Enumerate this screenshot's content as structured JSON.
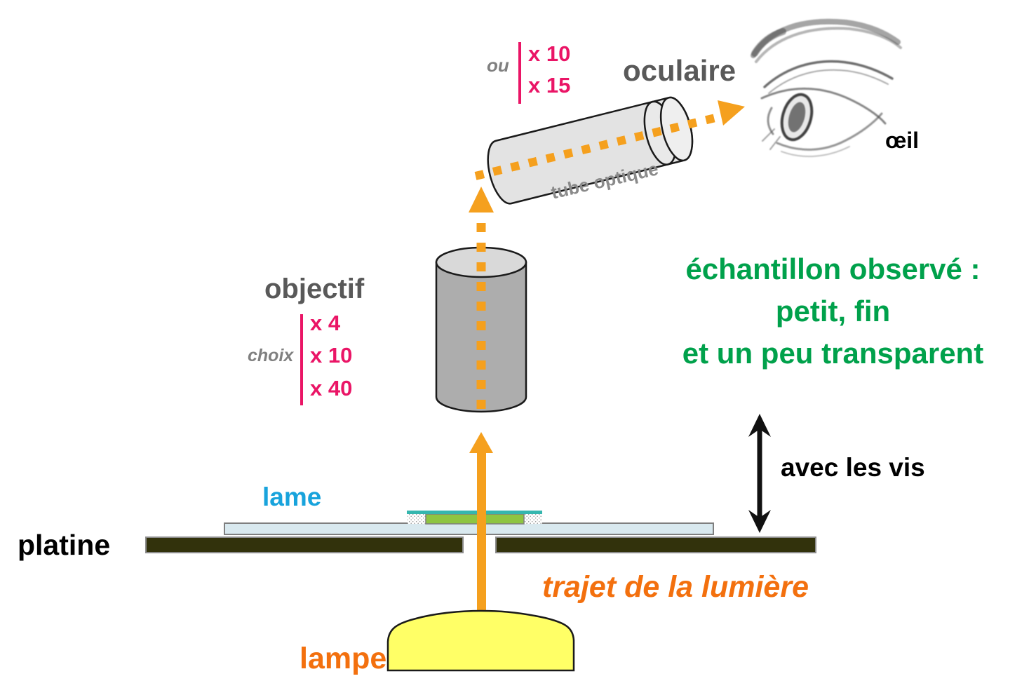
{
  "eyepiece": {
    "ou_label": "ou",
    "options": [
      "x 10",
      "x 15"
    ],
    "title": "oculaire"
  },
  "eye_label": "œil",
  "tube_label": "tube optique",
  "objective": {
    "title": "objectif",
    "choix_label": "choix",
    "options": [
      "x 4",
      "x 10",
      "x 40"
    ]
  },
  "sample_note": {
    "line1": "échantillon observé :",
    "line2": "petit, fin",
    "line3": "et un peu transparent"
  },
  "focus_label": "avec les vis",
  "slide_label": "lame",
  "stage_label": "platine",
  "light_path_label": "trajet de la lumière",
  "lamp_label": "lampe",
  "colors": {
    "magnification_pink": "#EA1566",
    "label_gray": "#595959",
    "muted_gray": "#8A8A8A",
    "sample_green_text": "#00A14B",
    "slide_cyan_text": "#18A3DC",
    "orange_text": "#F3700E",
    "light_orange_arrow": "#F5A01E",
    "lamp_yellow": "#FFFF66",
    "stage_olive": "#32320C",
    "slide_blue": "#D9E9EF",
    "specimen_green": "#8EC541",
    "coverslip_teal": "#35B6AE"
  }
}
